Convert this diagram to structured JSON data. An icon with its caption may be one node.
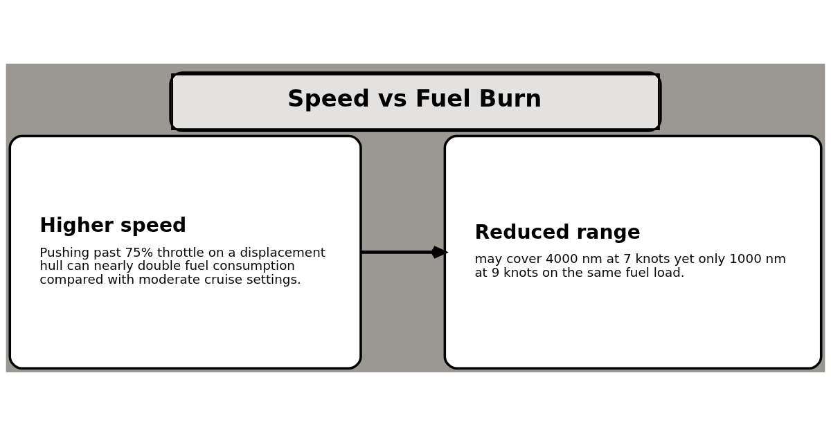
{
  "diagram": {
    "title": "Speed vs Fuel Burn",
    "nodes": [
      {
        "text": [
          "Higher speed",
          "Pushing past 75% throttle on a displacement hull can nearly double fuel consumption compared with moderate cruise settings."
        ]
      },
      {
        "text": [
          "Reduced range",
          "may cover 4000 nm at 7 knots yet only 1000 nm at 9 knots on the same fuel load."
        ]
      }
    ],
    "edges": [
      {
        "from": 0,
        "to": 1,
        "arrow": "to"
      }
    ]
  }
}
